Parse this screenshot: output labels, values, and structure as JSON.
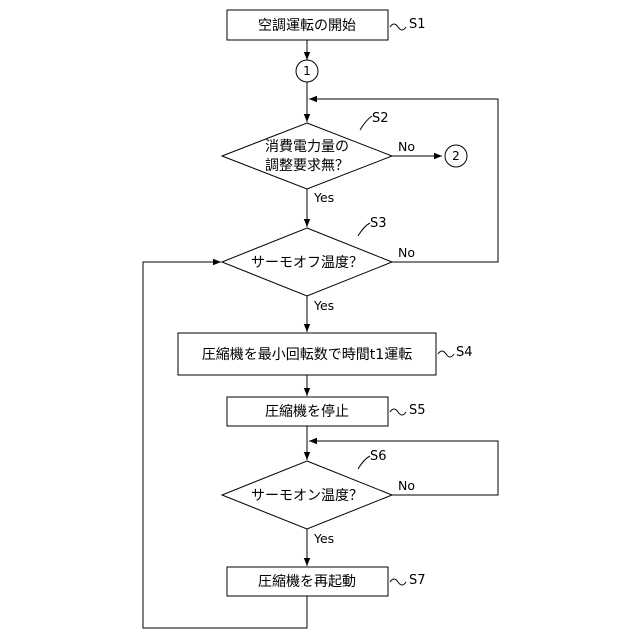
{
  "diagram": {
    "steps": {
      "s1": {
        "label": "S1",
        "text": "空調運転の開始"
      },
      "s2": {
        "label": "S2",
        "text_line1": "消費電力量の",
        "text_line2": "調整要求無？",
        "yes": "Yes",
        "no": "No"
      },
      "s3": {
        "label": "S3",
        "text": "サーモオフ温度？",
        "yes": "Yes",
        "no": "No"
      },
      "s4": {
        "label": "S4",
        "text": "圧縮機を最小回転数で時間t1運転"
      },
      "s5": {
        "label": "S5",
        "text": "圧縮機を停止"
      },
      "s6": {
        "label": "S6",
        "text": "サーモオン温度？",
        "yes": "Yes",
        "no": "No"
      },
      "s7": {
        "label": "S7",
        "text": "圧縮機を再起動"
      }
    },
    "connectors": {
      "c1": "1",
      "c2": "2"
    }
  }
}
